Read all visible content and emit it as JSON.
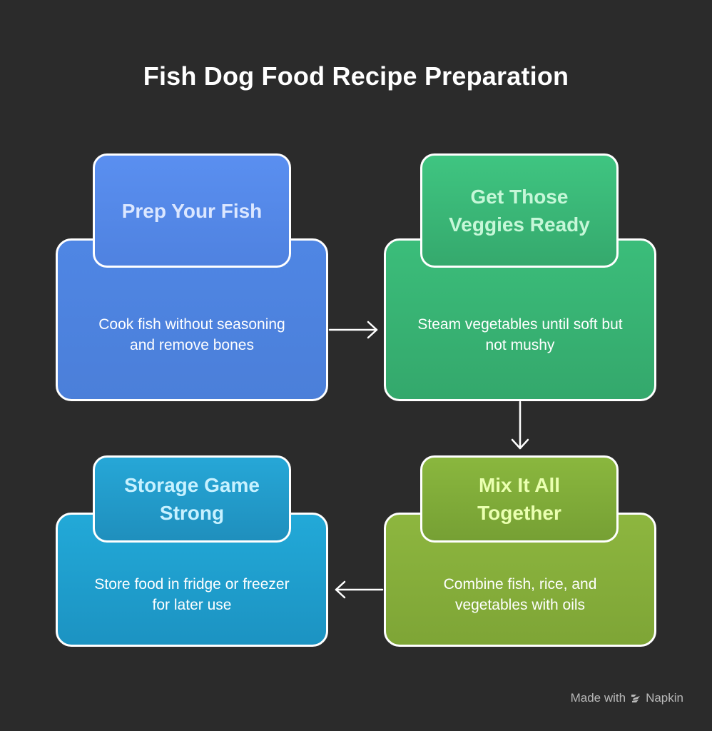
{
  "title": "Fish Dog Food Recipe Preparation",
  "steps": [
    {
      "heading": "Prep Your Fish",
      "text": "Cook fish without seasoning and remove bones",
      "color": "#4f86e4"
    },
    {
      "heading": "Get Those Veggies Ready",
      "text": "Steam vegetables until soft but not mushy",
      "color": "#3bbd7a"
    },
    {
      "heading": "Mix It All Together",
      "text": "Combine fish, rice, and vegetables with oils",
      "color": "#8db63f"
    },
    {
      "heading": "Storage Game Strong",
      "text": "Store food in fridge or freezer for later use",
      "color": "#22a9d8"
    }
  ],
  "watermark": {
    "prefix": "Made with",
    "brand": "Napkin",
    "icon": "napkin-logo-icon"
  }
}
